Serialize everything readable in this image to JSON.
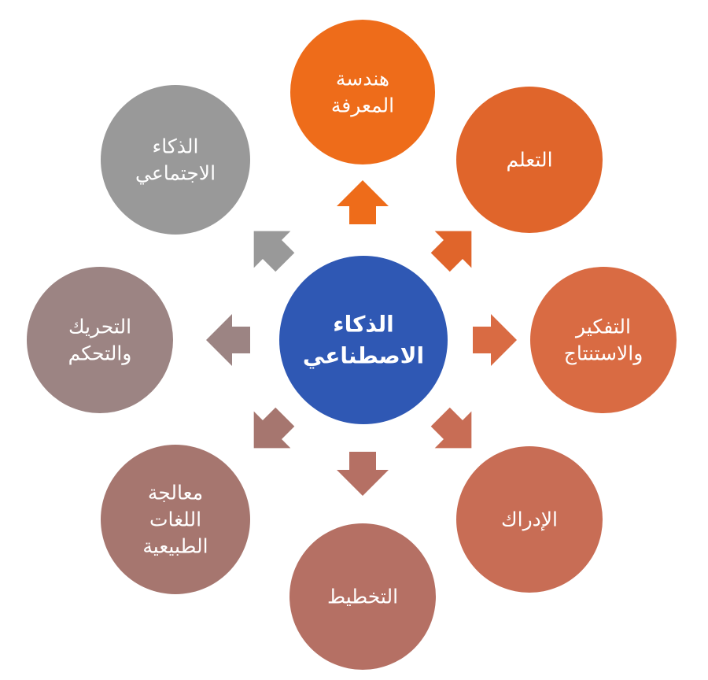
{
  "center": {
    "lines": [
      "الذكاء",
      "الاصطناعي"
    ],
    "color": "#2F58B4"
  },
  "nodes": [
    {
      "id": "knowledge-engineering",
      "lines": [
        "هندسة",
        "المعرفة"
      ],
      "color": "#EE6C1A"
    },
    {
      "id": "learning",
      "lines": [
        "التعلم"
      ],
      "color": "#E0652B"
    },
    {
      "id": "reasoning",
      "lines": [
        "التفكير",
        "والاستنتاج"
      ],
      "color": "#D96B43"
    },
    {
      "id": "perception",
      "lines": [
        "الإدراك"
      ],
      "color": "#C86D55"
    },
    {
      "id": "planning",
      "lines": [
        "التخطيط"
      ],
      "color": "#B57064"
    },
    {
      "id": "nlp",
      "lines": [
        "معالجة",
        "اللغات",
        "الطبيعية"
      ],
      "color": "#A6766F"
    },
    {
      "id": "motion-control",
      "lines": [
        "التحريك",
        "والتحكم"
      ],
      "color": "#9C8483"
    },
    {
      "id": "social-intelligence",
      "lines": [
        "الذكاء",
        "الاجتماعي"
      ],
      "color": "#999999"
    }
  ]
}
